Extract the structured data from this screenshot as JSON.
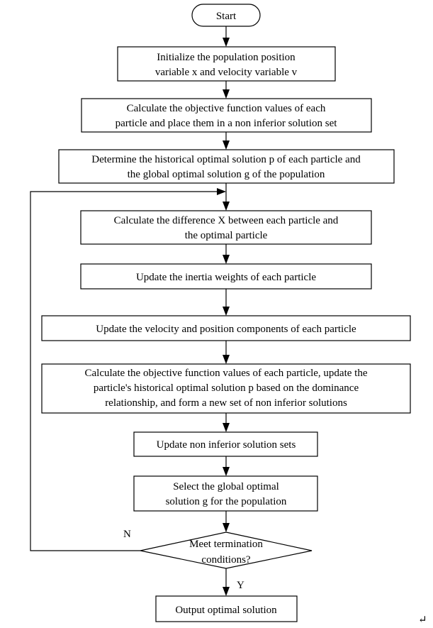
{
  "nodes": {
    "start": {
      "lines": [
        "Start"
      ]
    },
    "init": {
      "lines": [
        "Initialize the population position",
        "variable x and velocity variable v"
      ]
    },
    "calc_obj": {
      "lines": [
        "Calculate the objective function values of each",
        "particle and place them in a non inferior solution set"
      ]
    },
    "determine": {
      "lines": [
        "Determine the historical optimal solution p of each particle and",
        "the global optimal solution g of the population"
      ]
    },
    "calc_diff": {
      "lines": [
        "Calculate the difference X between each particle and",
        "the optimal particle"
      ]
    },
    "inertia": {
      "lines": [
        "Update the inertia weights of each particle"
      ]
    },
    "velocity": {
      "lines": [
        "Update the velocity and position components of each particle"
      ]
    },
    "calc_update": {
      "lines": [
        "Calculate the objective function values of each particle, update the",
        "particle's historical optimal solution p based on the dominance",
        "relationship, and form a new set of non inferior solutions"
      ]
    },
    "update_set": {
      "lines": [
        "Update non inferior solution sets"
      ]
    },
    "select": {
      "lines": [
        "Select the global optimal",
        "solution g for the population"
      ]
    },
    "decision": {
      "lines": [
        "Meet termination",
        "conditions?"
      ]
    },
    "output": {
      "lines": [
        "Output optimal solution"
      ]
    }
  },
  "edge_labels": {
    "no": "N",
    "yes": "Y"
  },
  "corner_mark": "↵",
  "colors": {
    "stroke": "#000000",
    "fill": "#ffffff",
    "text": "#000000"
  }
}
